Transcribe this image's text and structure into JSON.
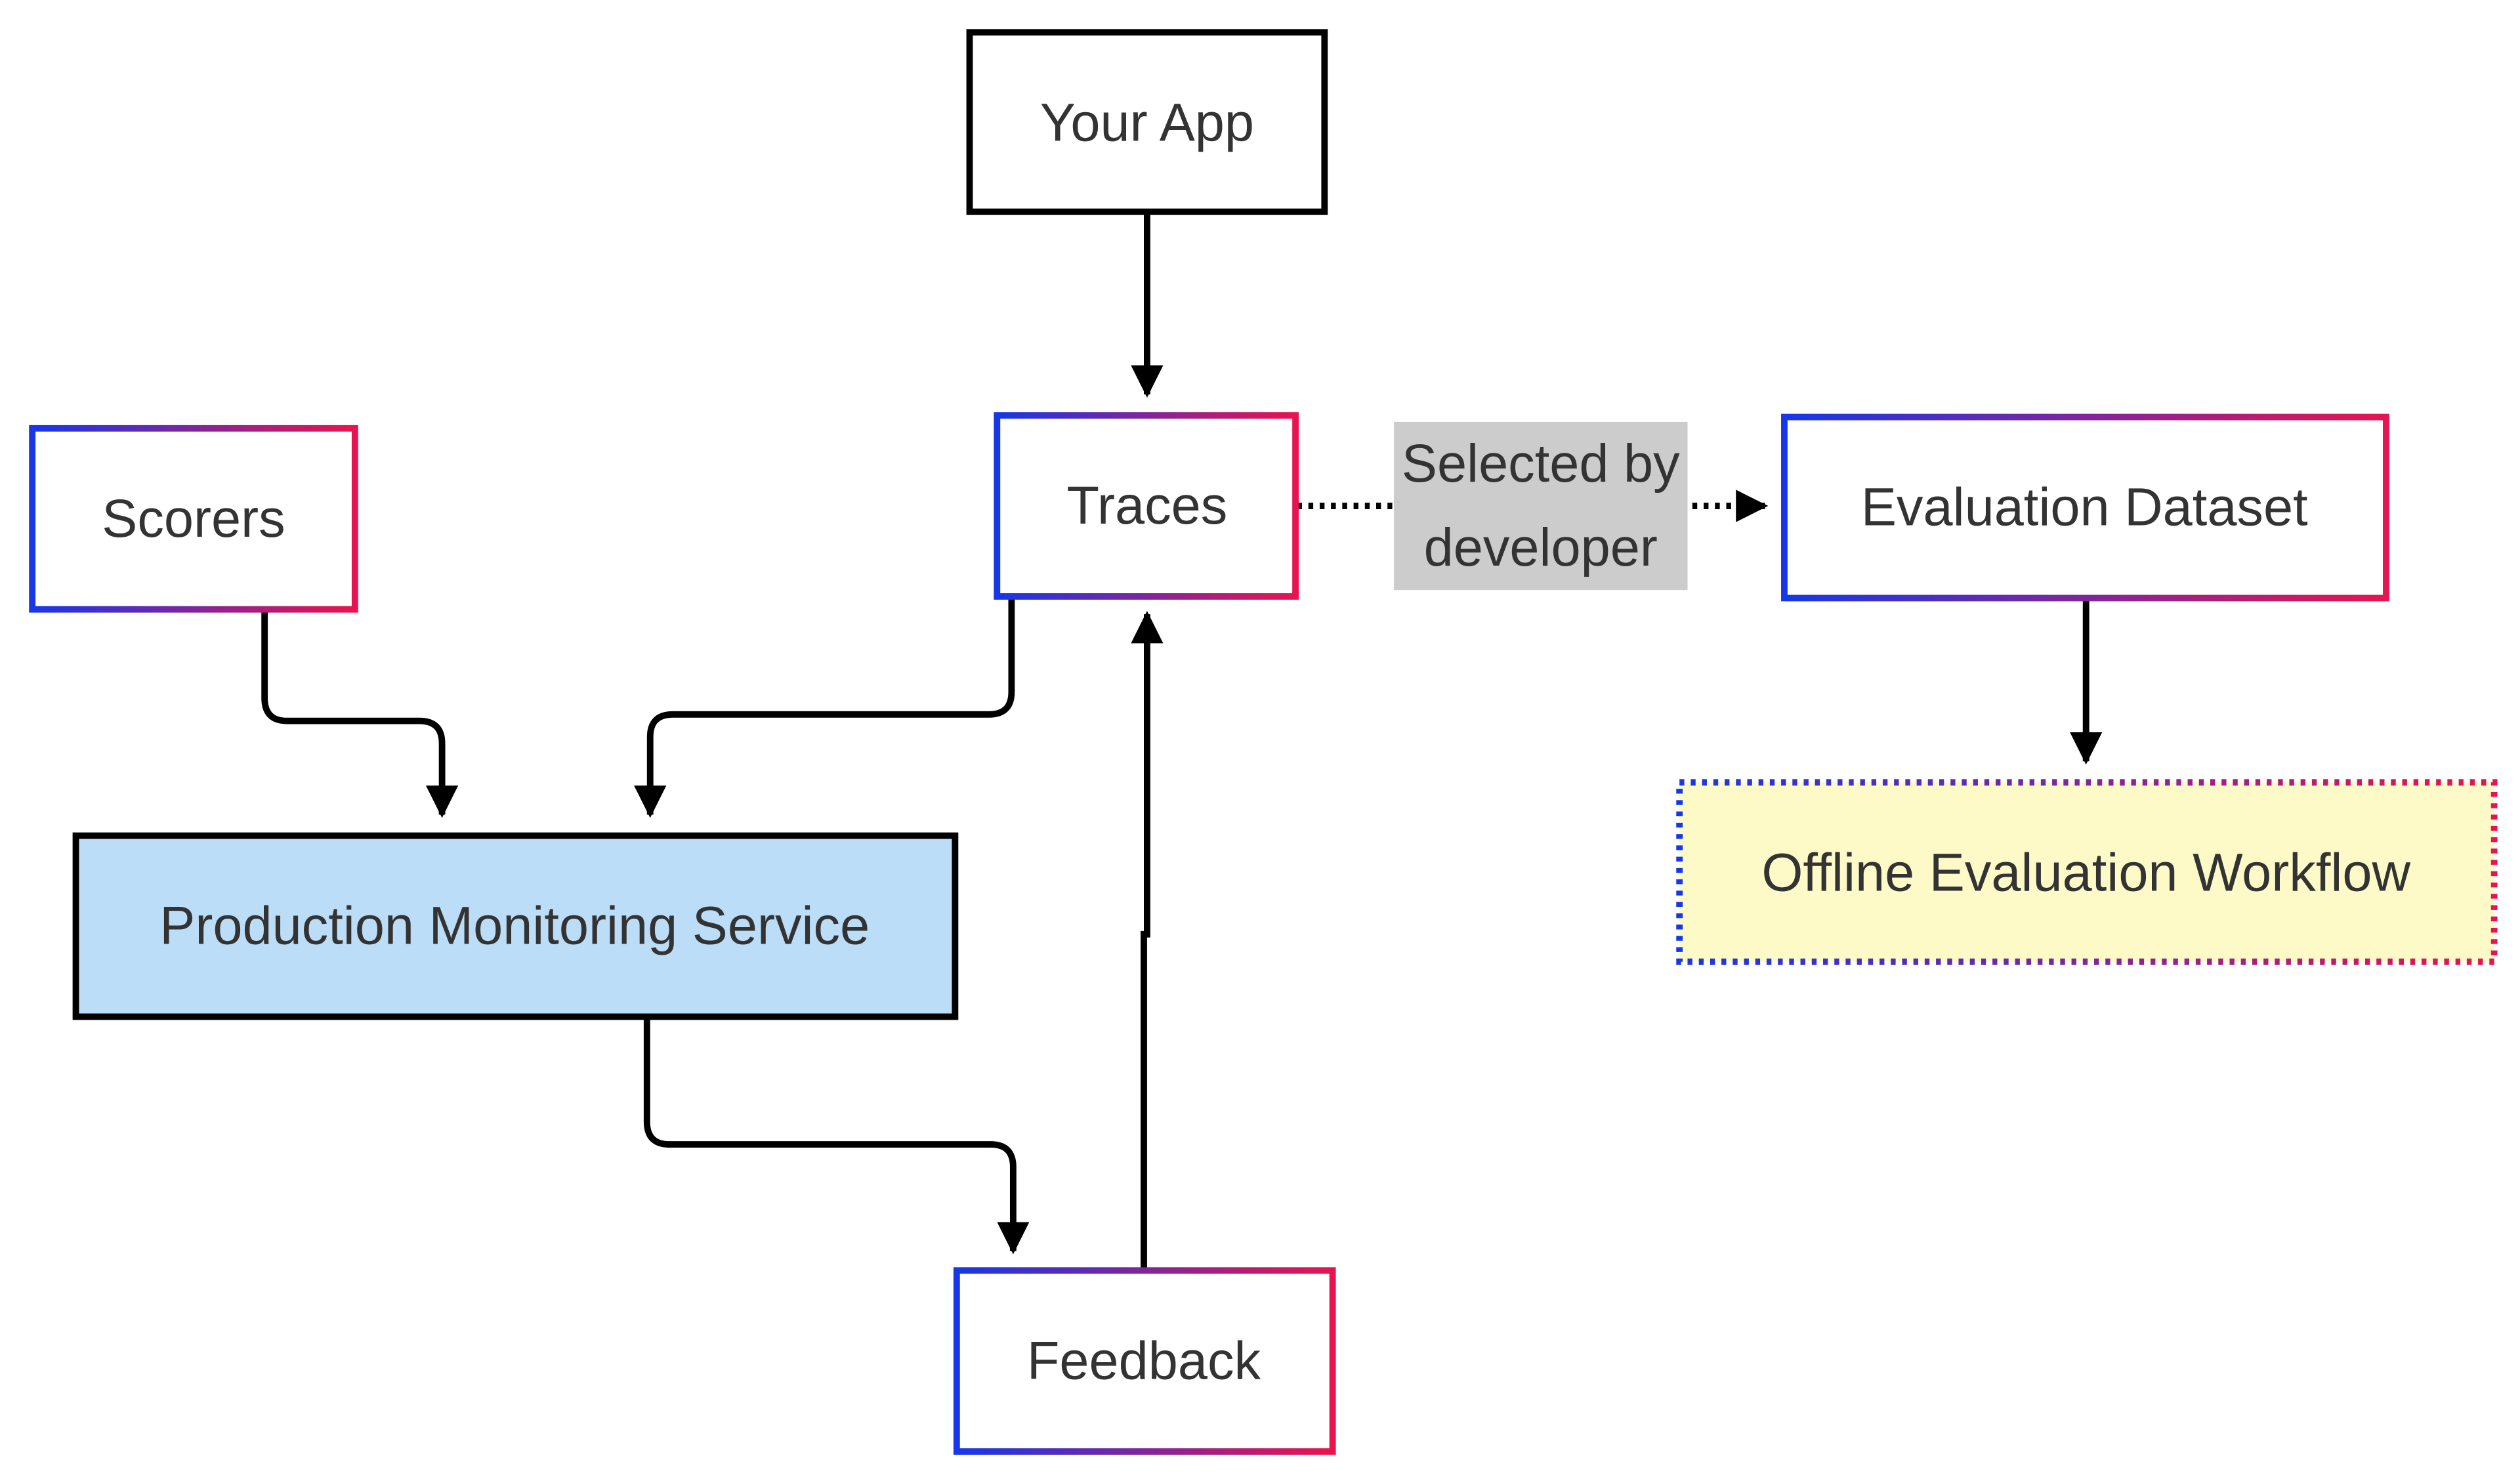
{
  "colors": {
    "gradient_start": "#1737e8",
    "gradient_end": "#e8144f",
    "arrow": "#000000",
    "monitoring_fill": "#bcddf7",
    "offline_fill": "#fdfac8",
    "edge_label_bg": "#cccccc",
    "text": "#333333"
  },
  "nodes": {
    "your_app": "Your App",
    "traces": "Traces",
    "scorers": "Scorers",
    "evaluation_dataset": "Evaluation Dataset",
    "production_monitoring": "Production Monitoring Service",
    "offline_evaluation": "Offline Evaluation Workflow",
    "feedback": "Feedback"
  },
  "edges": {
    "selected_by_line1": "Selected by",
    "selected_by_line2": "developer"
  }
}
